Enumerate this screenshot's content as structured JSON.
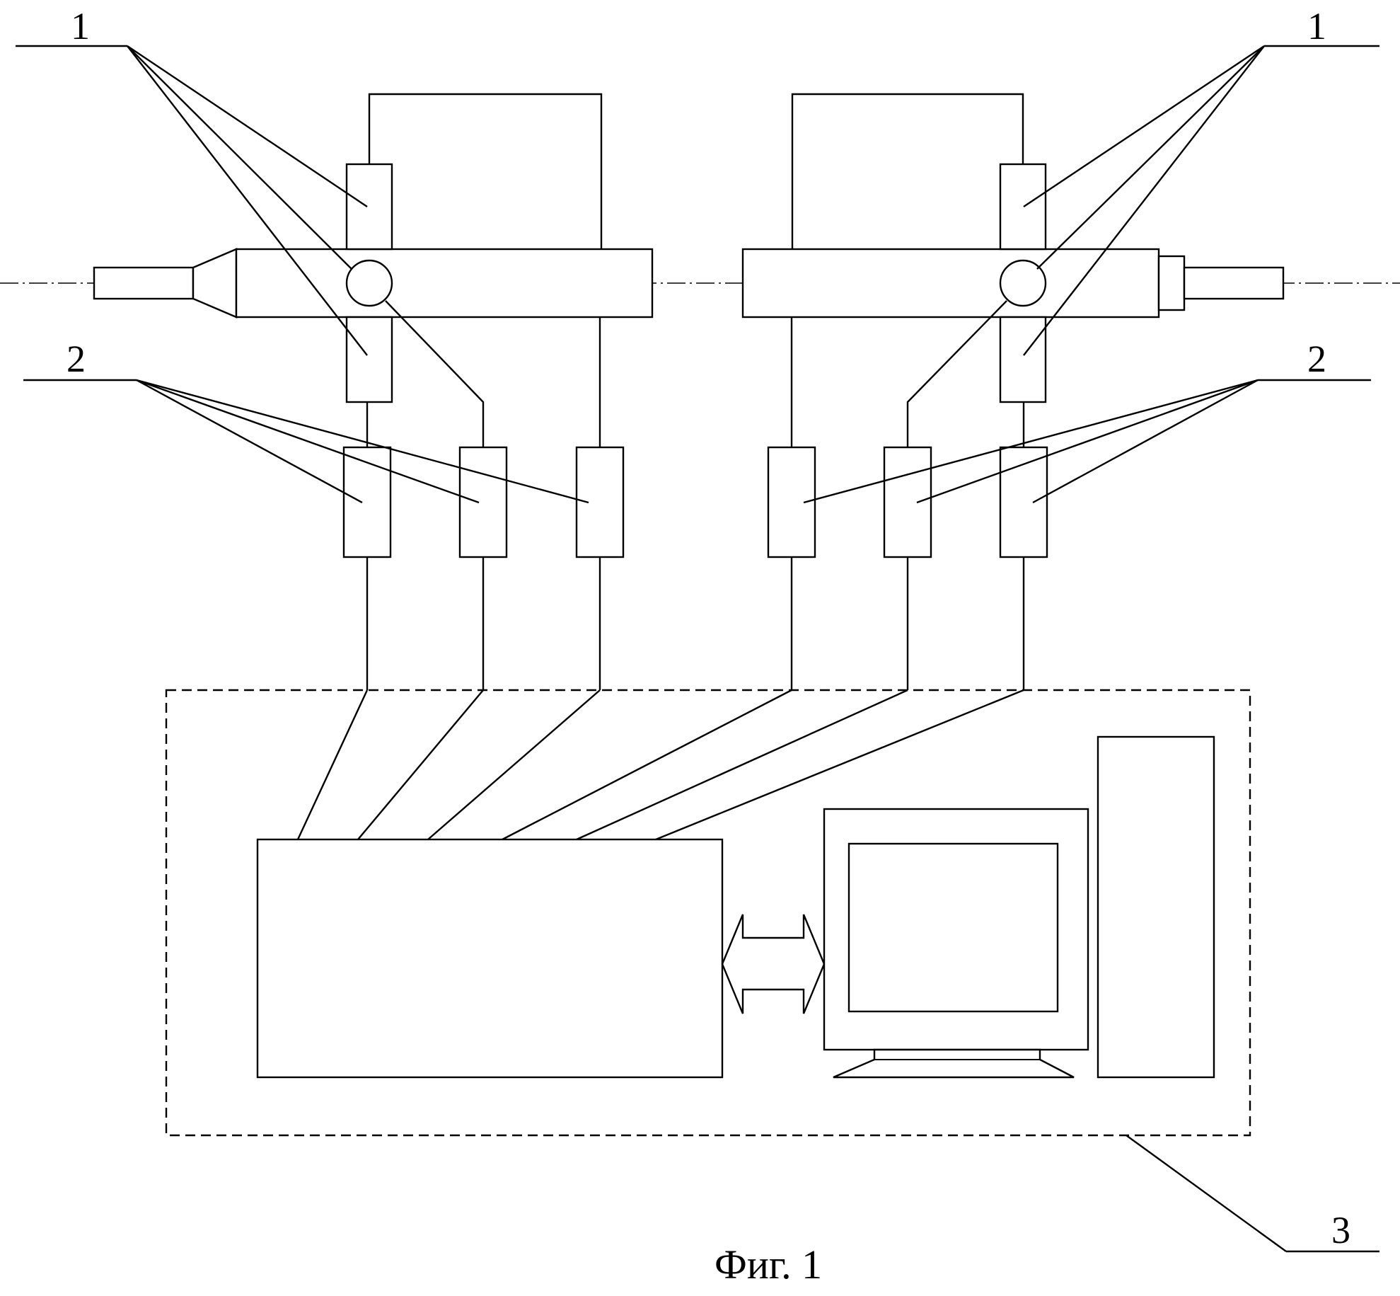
{
  "labels": {
    "sensor_1": "1",
    "converter_2": "2",
    "system_3": "3"
  },
  "caption": "Фиг. 1"
}
